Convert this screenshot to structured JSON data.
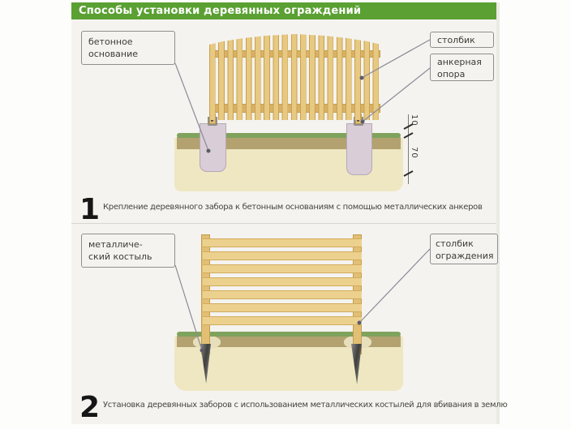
{
  "page": {
    "title": "Способы установки деревянных ограждений"
  },
  "colors": {
    "header_green": "#5aa032",
    "wood": "#e7c981",
    "grass": "#7fa35c",
    "topsoil": "#b3a26f",
    "subsoil": "#eee7c2",
    "concrete": "#d9cdd8",
    "spike_metal": "#3f3f3d"
  },
  "diagram1": {
    "step_number": "1",
    "caption": "Крепление деревянного забора к бетонным основаниям с помощью металлических анкеров",
    "labels": {
      "concrete_base": {
        "line1": "бетонное",
        "line2": "основание"
      },
      "post": {
        "line1": "столбик"
      },
      "anchor_support": {
        "line1": "анкерная",
        "line2": "опора"
      }
    },
    "dimensions": {
      "above_ground": "10",
      "below_ground": "70"
    }
  },
  "diagram2": {
    "step_number": "2",
    "caption": "Установка деревянных заборов с использованием металлических костылей для вбивания в землю",
    "labels": {
      "metal_spike": {
        "line1": "металличе-",
        "line2": "ский костыль"
      },
      "fence_post": {
        "line1": "столбик",
        "line2": "ограждения"
      }
    }
  }
}
